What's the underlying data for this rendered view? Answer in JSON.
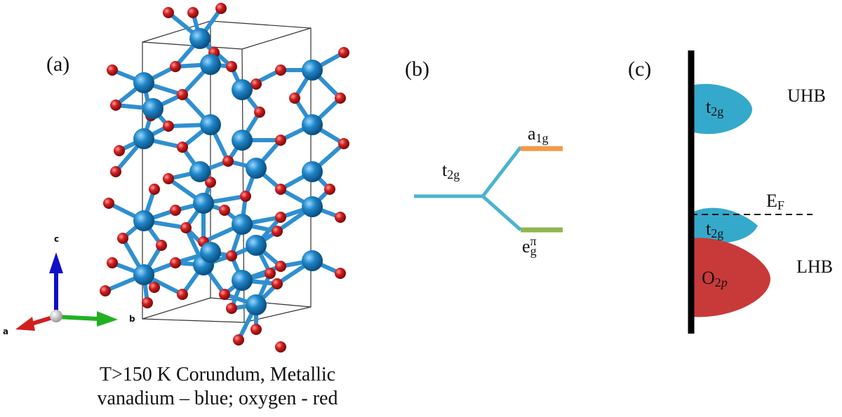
{
  "panels": {
    "a": {
      "label": "(a)",
      "axes": {
        "a": "a",
        "b": "b",
        "c": "c"
      },
      "caption_line1": "T>150 K Corundum, Metallic",
      "caption_line2": "vanadium – blue; oxygen - red",
      "colors": {
        "vanadium": "#1f86c8",
        "oxygen": "#d11f1f",
        "axis_a": "#d11f1f",
        "axis_b": "#22b022",
        "axis_c": "#1010c8"
      }
    },
    "b": {
      "label": "(b)",
      "t2g": {
        "base": "t",
        "sub": "2g"
      },
      "a1g": {
        "base": "a",
        "sub": "1g"
      },
      "epig": {
        "base": "e",
        "sup": "π",
        "sub": "g"
      },
      "colors": {
        "t2g": "#4bb3cf",
        "a1g": "#f39a4a",
        "epig": "#8fb552"
      }
    },
    "c": {
      "label": "(c)",
      "uhb": "UHB",
      "lhb": "LHB",
      "ef": {
        "base": "E",
        "sub": "F"
      },
      "t2g_upper": {
        "base": "t",
        "sub": "2g"
      },
      "t2g_lower": {
        "base": "t",
        "sub": "2g"
      },
      "o2p": {
        "base": "O",
        "sub": "2",
        "sub_italic": "p"
      },
      "colors": {
        "t2g": "#35a9cb",
        "o2p": "#c83a3a"
      }
    }
  }
}
